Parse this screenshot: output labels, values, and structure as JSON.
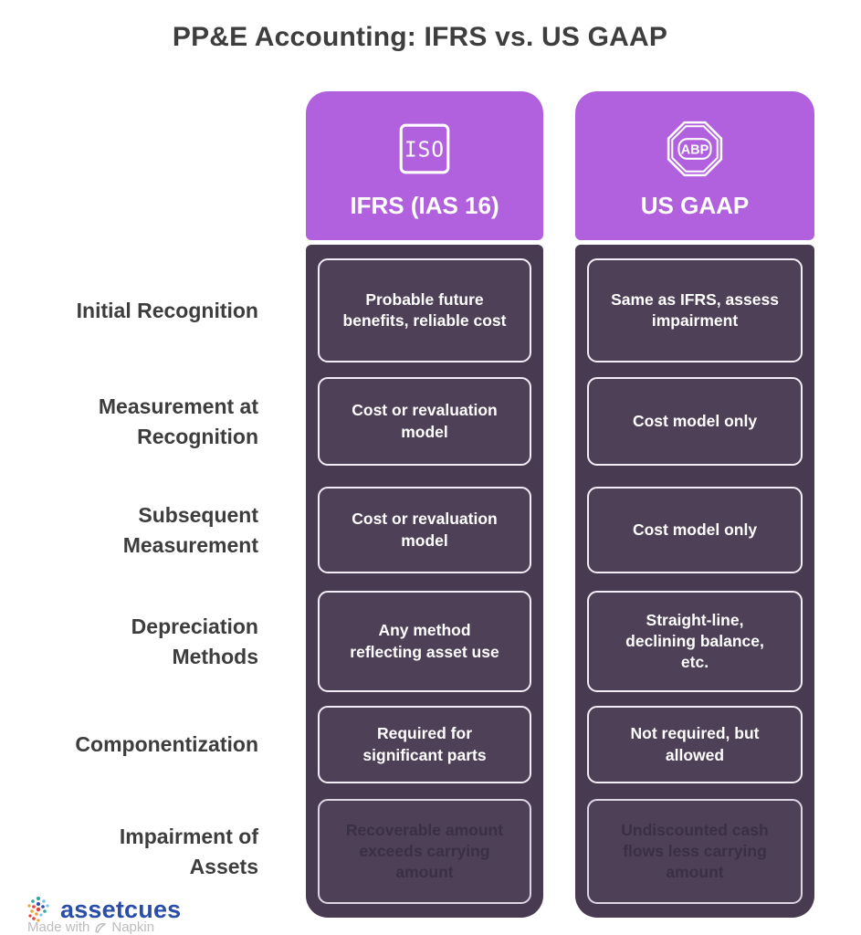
{
  "title": "PP&E Accounting: IFRS vs. US GAAP",
  "columns": [
    {
      "id": "ifrs",
      "icon": "iso-badge-icon",
      "icon_text": "ISO",
      "label": "IFRS (IAS 16)"
    },
    {
      "id": "gaap",
      "icon": "abp-octagon-icon",
      "icon_text": "ABP",
      "label": "US GAAP"
    }
  ],
  "rows": [
    {
      "label": "Initial Recognition",
      "ifrs": "Probable future benefits, reliable cost",
      "gaap": "Same as IFRS, assess impairment",
      "faded": false
    },
    {
      "label": "Measurement at Recognition",
      "ifrs": "Cost or revaluation model",
      "gaap": "Cost model only",
      "faded": false
    },
    {
      "label": "Subsequent Measurement",
      "ifrs": "Cost or revaluation model",
      "gaap": "Cost model only",
      "faded": false
    },
    {
      "label": "Depreciation Methods",
      "ifrs": "Any method reflecting asset use",
      "gaap": "Straight-line, declining balance, etc.",
      "faded": false
    },
    {
      "label": "Componentization",
      "ifrs": "Required for significant parts",
      "gaap": "Not required, but allowed",
      "faded": false
    },
    {
      "label": "Impairment of Assets",
      "ifrs": "Recoverable amount exceeds carrying amount",
      "gaap": "Undiscounted cash flows less carrying amount",
      "faded": true
    }
  ],
  "footer": {
    "brand": "assetcues",
    "made_with": "Made with",
    "maker": "Napkin"
  },
  "colors": {
    "header_purple": "#b161dd",
    "column_body": "#483a50",
    "cell_fill": "#4e4056",
    "cell_border": "#f3edf7",
    "title_text": "#3e3e3e",
    "brand_blue": "#2a4da8"
  }
}
